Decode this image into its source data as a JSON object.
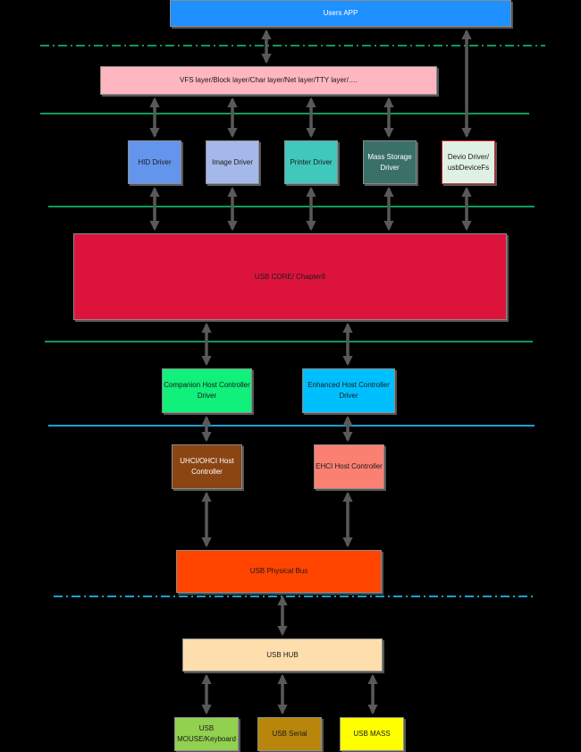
{
  "colors": {
    "background": "#000000",
    "arrow": "#595959",
    "separator_green": "#0e9a5a",
    "separator_blue": "#1aa0d8",
    "users_app": "#1e90ff",
    "vfs_layer": "#ffb6c1",
    "hid_driver": "#6495ed",
    "image_driver": "#a4b8ea",
    "printer_driver": "#40c8bc",
    "mass_storage_driver": "#3b7069",
    "devio_driver": "#dff0e4",
    "devio_driver_border": "#d0202a",
    "usb_core": "#dc143c",
    "companion_hcd": "#10f07a",
    "enhanced_hcd": "#00bfff",
    "uhci_ohci": "#8b4513",
    "ehci": "#fa8072",
    "physical_bus": "#ff4500",
    "usb_hub": "#ffdead",
    "usb_mouse": "#92d050",
    "usb_serial": "#b8860b",
    "usb_mass": "#ffff00"
  },
  "diagram": {
    "users_app": "Users APP",
    "vfs_layer": "VFS layer/Block layer/Char layer/Net layer/TTY layer/….",
    "hid_driver": "HID Driver",
    "image_driver": "Image Driver",
    "printer_driver": "Printer Driver",
    "mass_storage_driver": "Mass Storage\nDriver",
    "devio_driver": "Devio Driver/\nusbDeviceFs",
    "usb_core": "USB CORE/ Chapter9",
    "companion_hcd": "Companion Host Controller\nDriver",
    "enhanced_hcd": "Enhanced Host Controller\nDriver",
    "uhci_ohci": "UHCI/OHCI Host\nController",
    "ehci": "EHCI Host Controller",
    "physical_bus": "USB Physical Bus",
    "usb_hub": "USB HUB",
    "usb_mouse": "USB\nMOUSE/Keyboard",
    "usb_serial": "USB Serial",
    "usb_mass": "USB MASS"
  }
}
